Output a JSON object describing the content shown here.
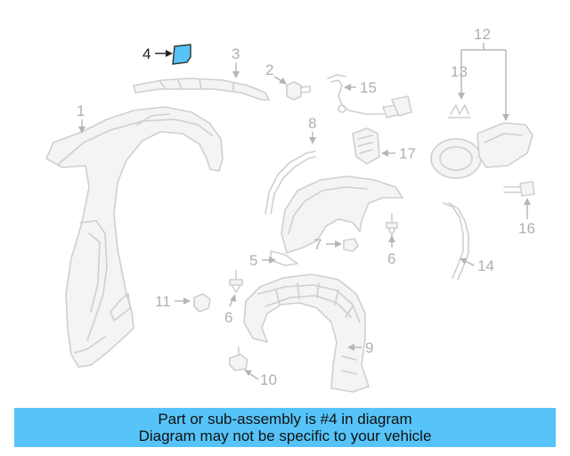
{
  "diagram": {
    "highlight_color": "#56c4f9",
    "callouts": {
      "c1": "1",
      "c2": "2",
      "c3": "3",
      "c4": "4",
      "c5": "5",
      "c6a": "6",
      "c6b": "6",
      "c7": "7",
      "c8": "8",
      "c9": "9",
      "c10": "10",
      "c11": "11",
      "c12": "12",
      "c13": "13",
      "c14": "14",
      "c15": "15",
      "c16": "16",
      "c17": "17"
    }
  },
  "banner": {
    "color": "#56c4f9",
    "line1": "Part or sub-assembly is #4 in diagram",
    "line2": "Diagram may not be specific to your vehicle"
  }
}
